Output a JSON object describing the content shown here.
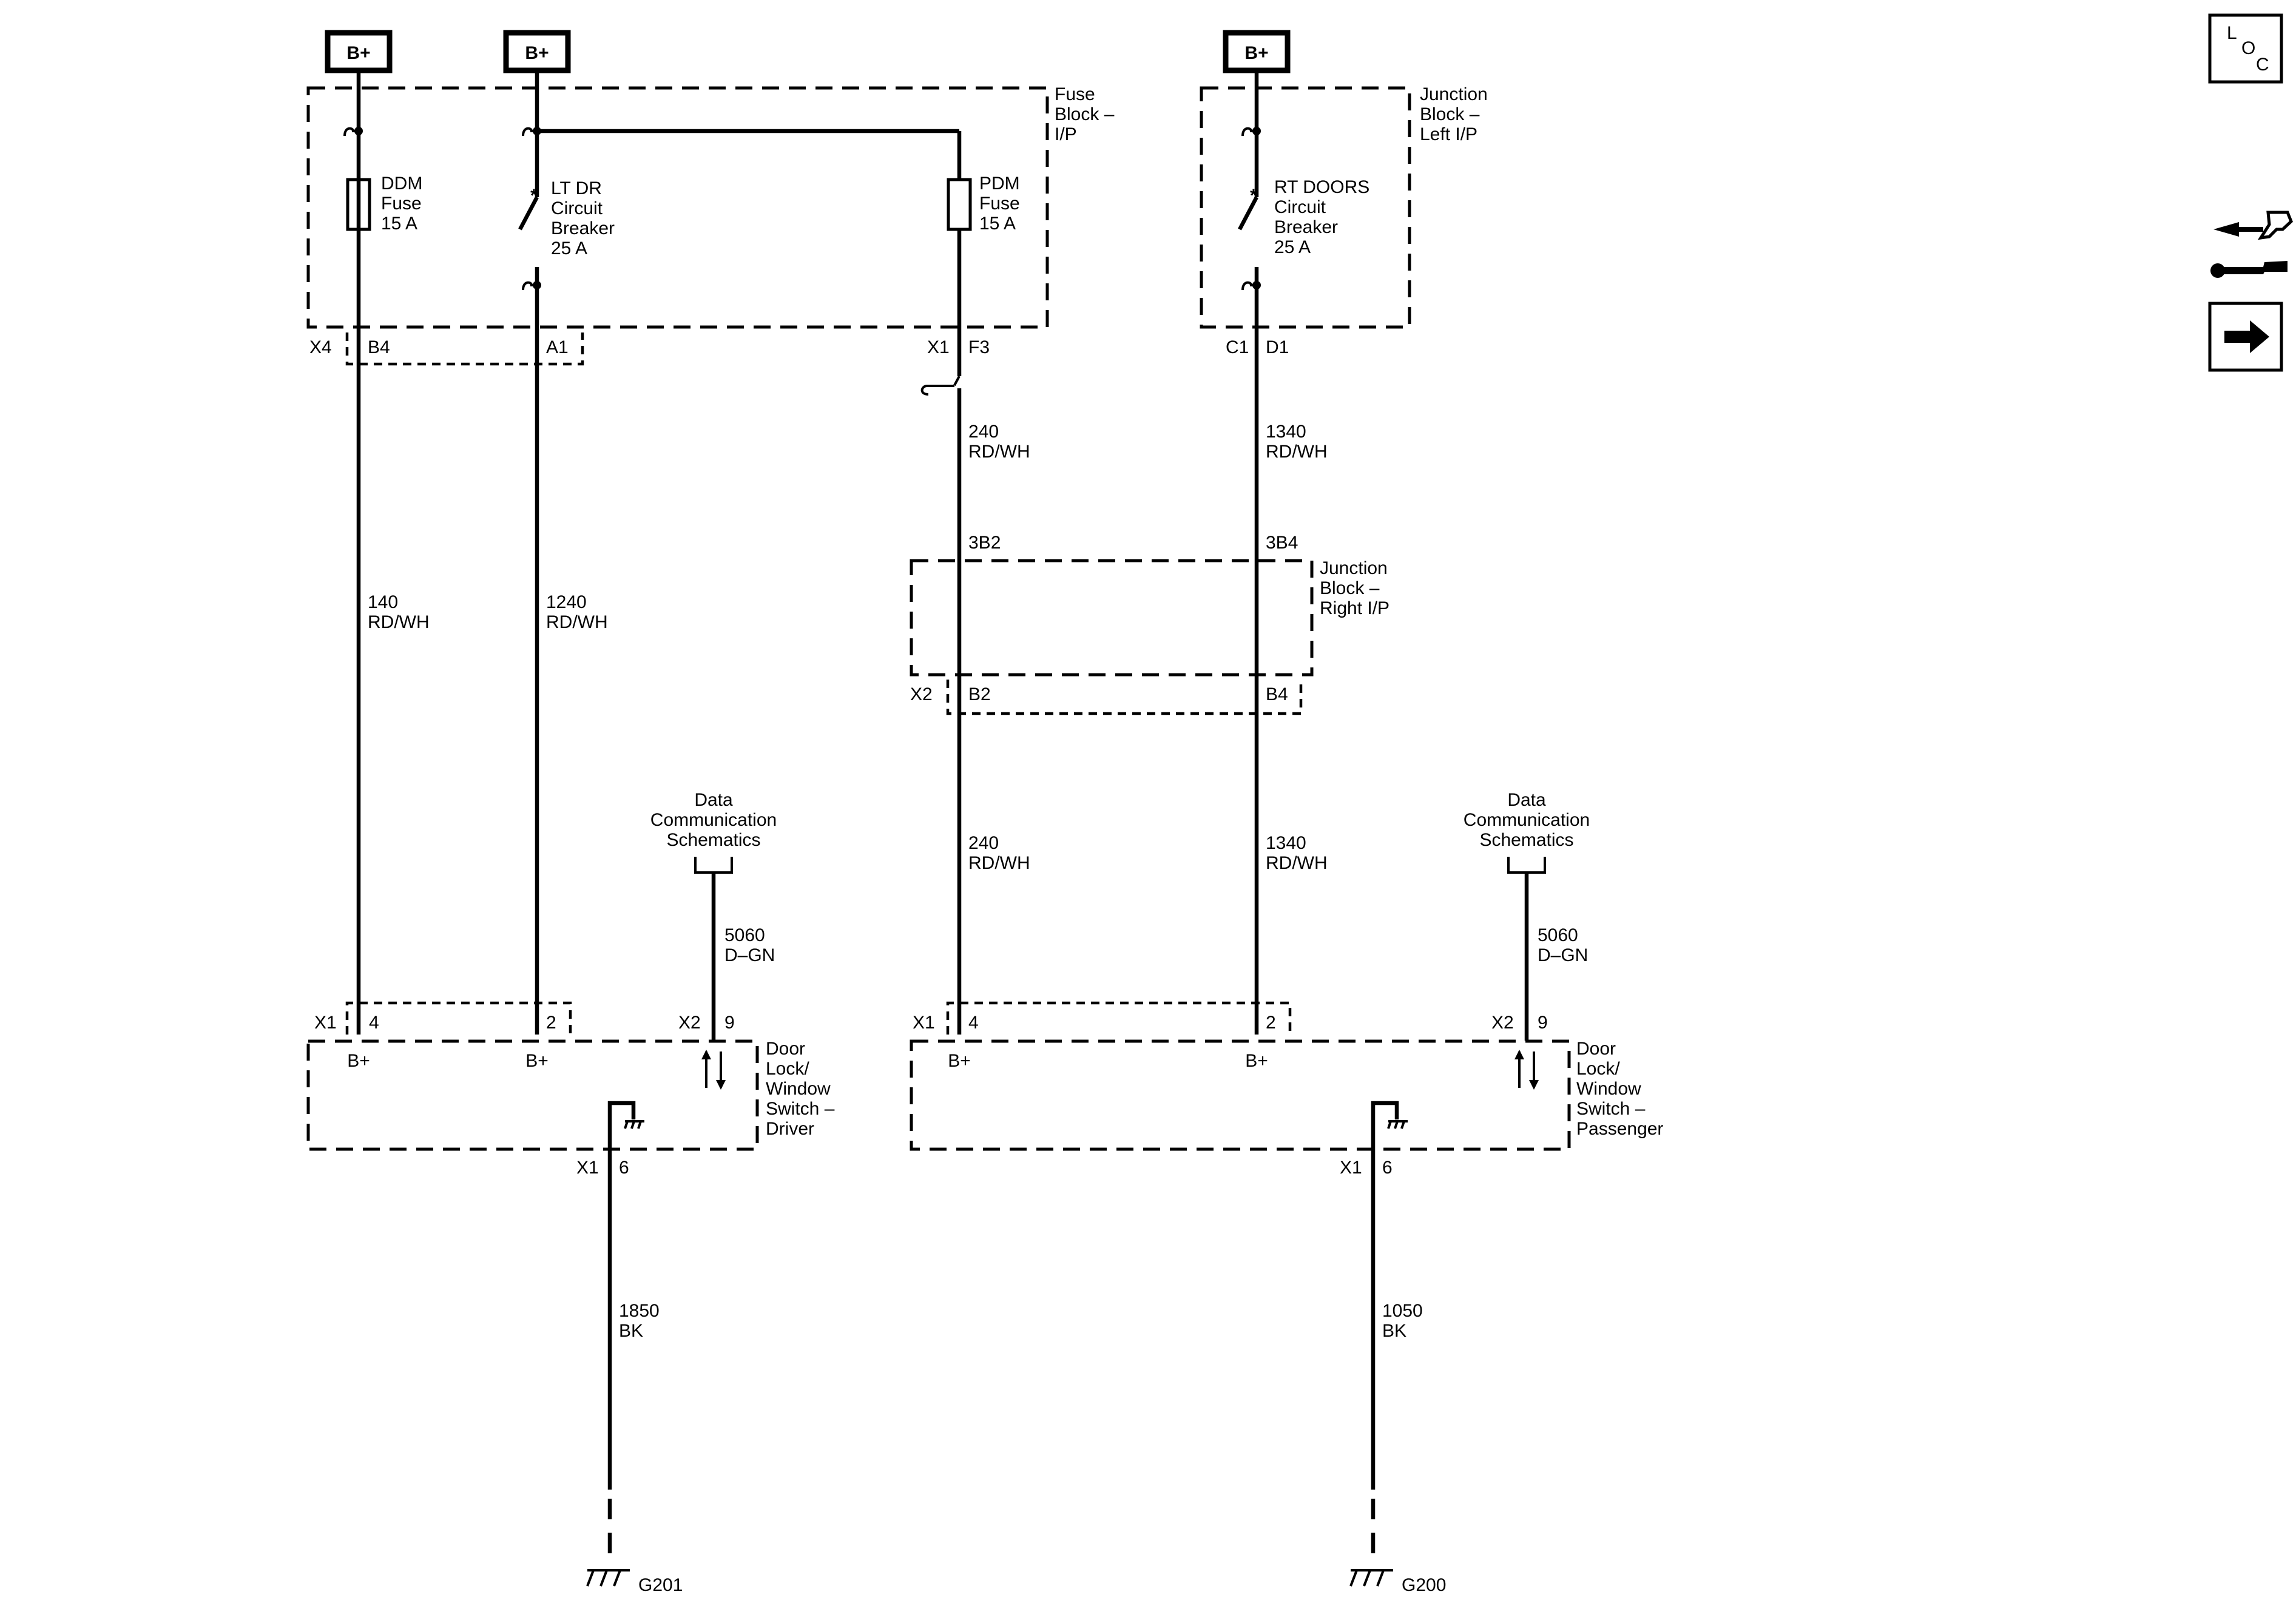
{
  "power_terminals": {
    "bplus_1": "B+",
    "bplus_2": "B+",
    "bplus_3": "B+"
  },
  "components": {
    "fuse_block": {
      "l1": "Fuse",
      "l2": "Block –",
      "l3": "I/P"
    },
    "junction_left": {
      "l1": "Junction",
      "l2": "Block –",
      "l3": "Left I/P"
    },
    "junction_right": {
      "l1": "Junction",
      "l2": "Block –",
      "l3": "Right I/P"
    },
    "ddm_fuse": {
      "l1": "DDM",
      "l2": "Fuse",
      "l3": "15 A"
    },
    "pdm_fuse": {
      "l1": "PDM",
      "l2": "Fuse",
      "l3": "15 A"
    },
    "lt_dr_breaker": {
      "l1": "LT DR",
      "l2": "Circuit",
      "l3": "Breaker",
      "l4": "25 A"
    },
    "rt_doors_breaker": {
      "l1": "RT DOORS",
      "l2": "Circuit",
      "l3": "Breaker",
      "l4": "25 A"
    },
    "switch_driver": {
      "l1": "Door",
      "l2": "Lock/",
      "l3": "Window",
      "l4": "Switch –",
      "l5": "Driver"
    },
    "switch_passenger": {
      "l1": "Door",
      "l2": "Lock/",
      "l3": "Window",
      "l4": "Switch –",
      "l5": "Passenger"
    },
    "data_comm_left": {
      "l1": "Data",
      "l2": "Communication",
      "l3": "Schematics"
    },
    "data_comm_right": {
      "l1": "Data",
      "l2": "Communication",
      "l3": "Schematics"
    }
  },
  "connectors": {
    "fb_x4": "X4",
    "fb_b4": "B4",
    "fb_a1": "A1",
    "fb_x1": "X1",
    "fb_f3": "F3",
    "jl_c1": "C1",
    "jl_d1": "D1",
    "jr_3b2": "3B2",
    "jr_3b4": "3B4",
    "jr_x2": "X2",
    "jr_b2": "B2",
    "jr_b4": "B4",
    "drv_x1": "X1",
    "drv_4": "4",
    "drv_2": "2",
    "drv_x2": "X2",
    "drv_9": "9",
    "drv_bplus_a": "B+",
    "drv_bplus_b": "B+",
    "drv_gx1": "X1",
    "drv_g6": "6",
    "pas_x1": "X1",
    "pas_4": "4",
    "pas_2": "2",
    "pas_x2": "X2",
    "pas_9": "9",
    "pas_bplus_a": "B+",
    "pas_bplus_b": "B+",
    "pas_gx1": "X1",
    "pas_g6": "6"
  },
  "wires": {
    "w140": {
      "circuit": "140",
      "color": "RD/WH"
    },
    "w1240": {
      "circuit": "1240",
      "color": "RD/WH"
    },
    "w240_a": {
      "circuit": "240",
      "color": "RD/WH"
    },
    "w240_b": {
      "circuit": "240",
      "color": "RD/WH"
    },
    "w1340_a": {
      "circuit": "1340",
      "color": "RD/WH"
    },
    "w1340_b": {
      "circuit": "1340",
      "color": "RD/WH"
    },
    "w5060_drv": {
      "circuit": "5060",
      "color": "D–GN"
    },
    "w5060_pas": {
      "circuit": "5060",
      "color": "D–GN"
    },
    "w1850": {
      "circuit": "1850",
      "color": "BK"
    },
    "w1050": {
      "circuit": "1050",
      "color": "BK"
    }
  },
  "grounds": {
    "g201": "G201",
    "g200": "G200"
  },
  "side_icons": {
    "loc_l": "L",
    "loc_o": "O",
    "loc_c": "C",
    "loc_icon": "loc-icon",
    "service_icon": "wrench-arrows-icon",
    "next_icon": "right-arrow-icon"
  }
}
